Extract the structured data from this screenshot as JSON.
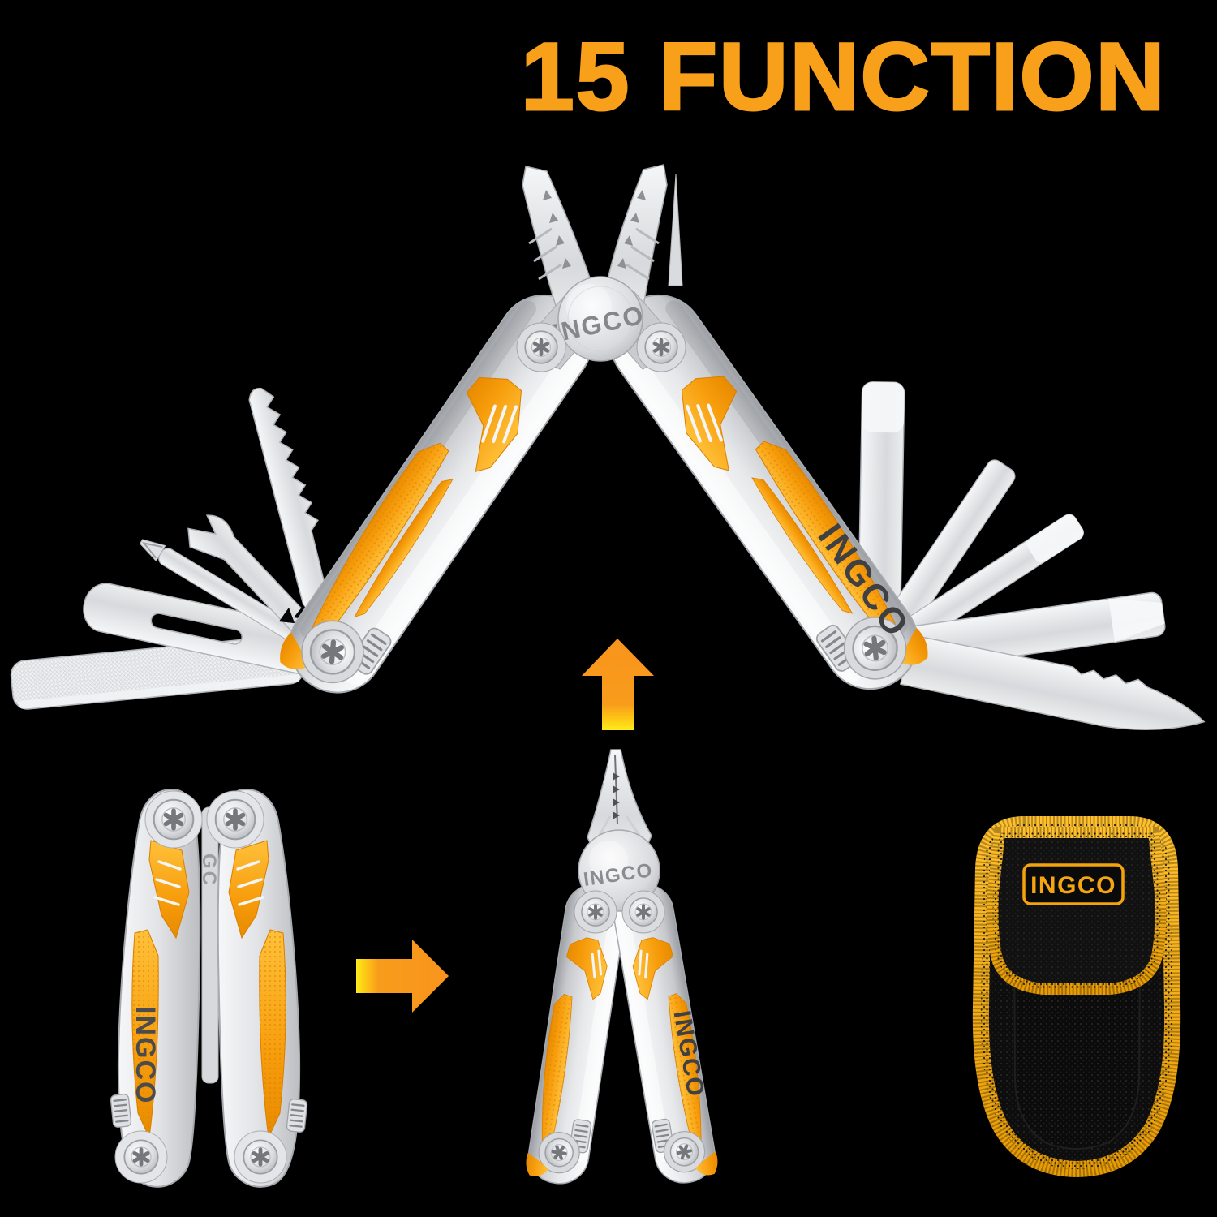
{
  "headline": {
    "text": "15 FUNCTION"
  },
  "brand": {
    "name": "INGCO",
    "shaft_stamp": "GC"
  },
  "icons": {
    "up_arrow": "up-arrow-icon",
    "right_arrow": "right-arrow-icon"
  },
  "colors": {
    "background": "#000000",
    "accent_orange": "#F9A01B",
    "inlay_orange_deep": "#E88A00",
    "arrow_orange": "#F8941D",
    "arrow_yellow": "#FFEA18",
    "metal_light": "#F4F5F6",
    "metal_shadow": "#9B9EA3",
    "logo_dark": "#3F4044",
    "engraving_gray": "#85878B",
    "pouch_yellow": "#F2A30D",
    "pouch_black": "#0D0D0D"
  }
}
